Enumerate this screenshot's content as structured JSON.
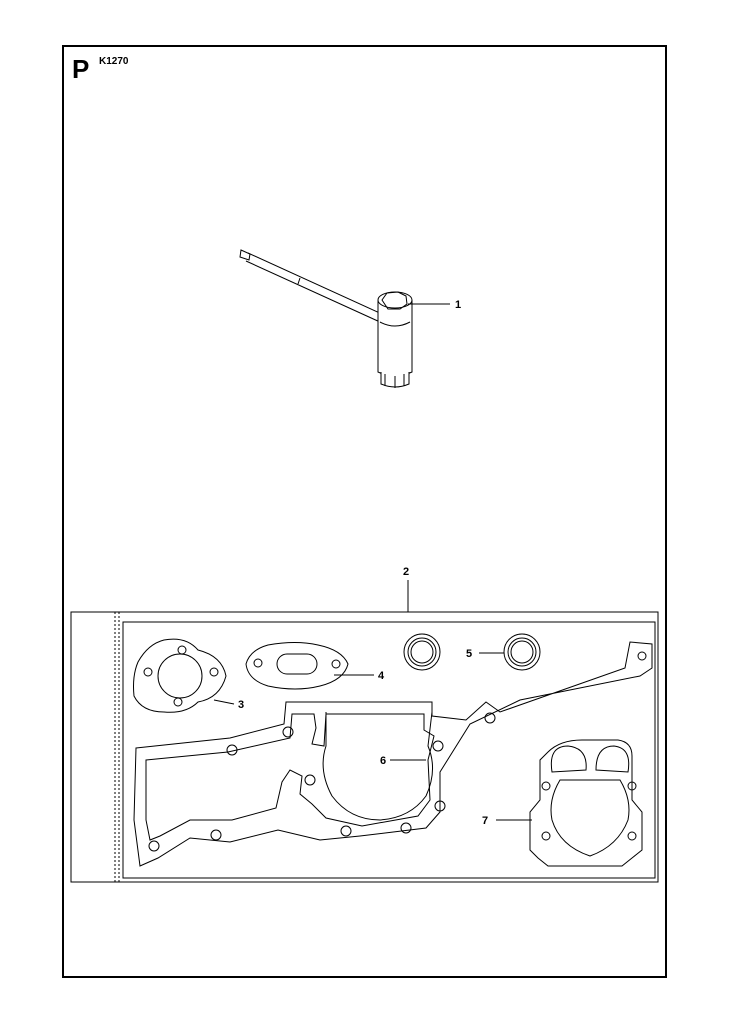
{
  "page": {
    "section_letter": "P",
    "figure_code": "K1270"
  },
  "callouts": [
    {
      "id": "1",
      "label": "1"
    },
    {
      "id": "2",
      "label": "2"
    },
    {
      "id": "3",
      "label": "3"
    },
    {
      "id": "4",
      "label": "4"
    },
    {
      "id": "5",
      "label": "5"
    },
    {
      "id": "6",
      "label": "6"
    },
    {
      "id": "7",
      "label": "7"
    }
  ],
  "parts": [
    {
      "callout": "1",
      "depicts": "combination-wrench-icon"
    },
    {
      "callout": "2",
      "depicts": "gasket-kit-package-icon"
    },
    {
      "callout": "3",
      "depicts": "round-flange-gasket-icon"
    },
    {
      "callout": "4",
      "depicts": "oval-flange-gasket-icon"
    },
    {
      "callout": "5",
      "depicts": "seal-ring-icon"
    },
    {
      "callout": "6",
      "depicts": "crankcase-gasket-icon"
    },
    {
      "callout": "7",
      "depicts": "cylinder-gasket-icon"
    }
  ],
  "colors": {
    "ink": "#000000",
    "paper": "#ffffff"
  }
}
